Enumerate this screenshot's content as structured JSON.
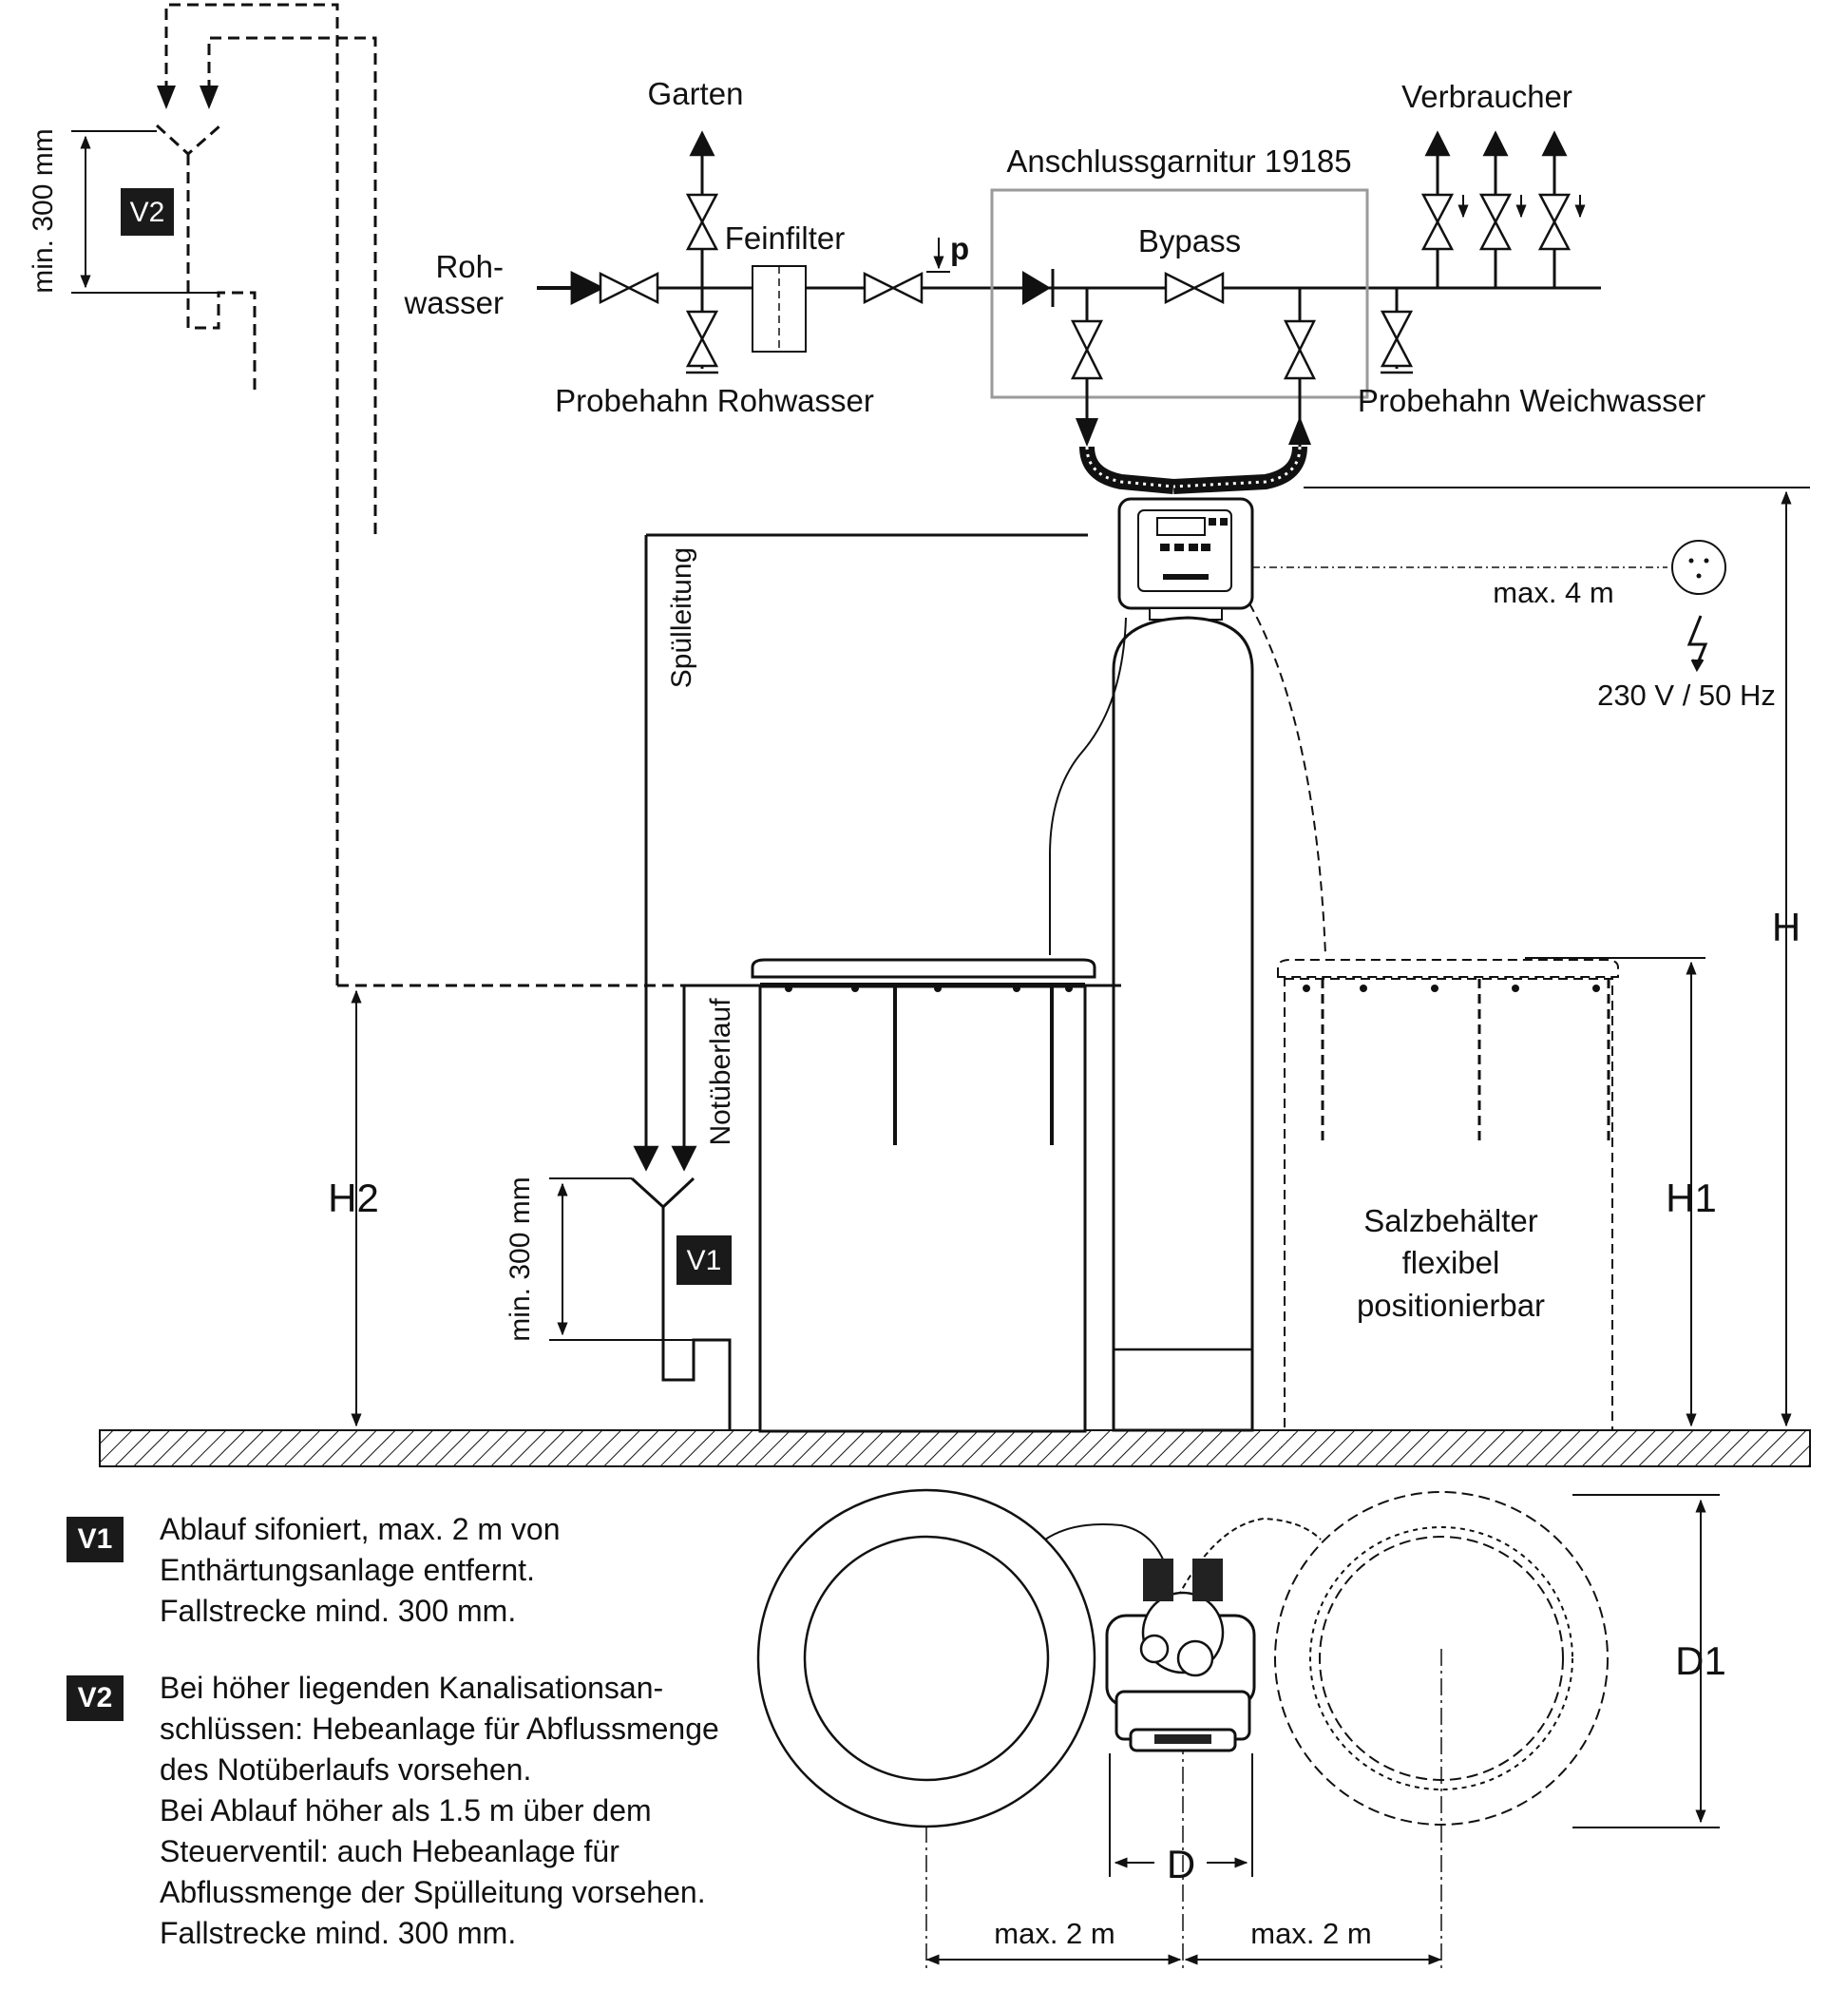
{
  "labels": {
    "garten": "Garten",
    "verbraucher": "Verbraucher",
    "anschluss": "Anschlussgarnitur 19185",
    "rohwasser_1": "Roh-",
    "rohwasser_2": "wasser",
    "feinfilter": "Feinfilter",
    "p": "p",
    "bypass": "Bypass",
    "probehahn_roh": "Probehahn Rohwasser",
    "probehahn_weich": "Probehahn Weichwasser",
    "min300_v2": "min. 300 mm",
    "min300_v1": "min. 300 mm",
    "spuelleitung": "Spülleitung",
    "notueberlauf": "Notüberlauf",
    "max4m": "max. 4 m",
    "voltage": "230 V / 50 Hz",
    "H": "H",
    "H1": "H1",
    "H2": "H2",
    "D": "D",
    "D1": "D1",
    "salz_1": "Salzbehälter",
    "salz_2": "flexibel",
    "salz_3": "positionierbar",
    "max2m_left": "max. 2 m",
    "max2m_right": "max. 2 m",
    "v1_badge": "V1",
    "v2_badge": "V2"
  },
  "legend": [
    {
      "badge": "V1",
      "lines": [
        "Ablauf sifoniert, max. 2 m von",
        "Enthärtungsanlage entfernt.",
        "Fallstrecke mind. 300 mm."
      ]
    },
    {
      "badge": "V2",
      "lines": [
        "Bei höher liegenden Kanalisationsan-",
        "schlüssen: Hebeanlage für Abflussmenge",
        "des Notüberlaufs vorsehen.",
        "Bei Ablauf höher als 1.5 m über dem",
        "Steuerventil: auch Hebeanlage für",
        "Abflussmenge der Spülleitung vorsehen.",
        "Fallstrecke mind. 300 mm."
      ]
    }
  ],
  "colors": {
    "ink": "#111111",
    "panel": "#1a1a1a",
    "box": "#9a9a9a"
  }
}
